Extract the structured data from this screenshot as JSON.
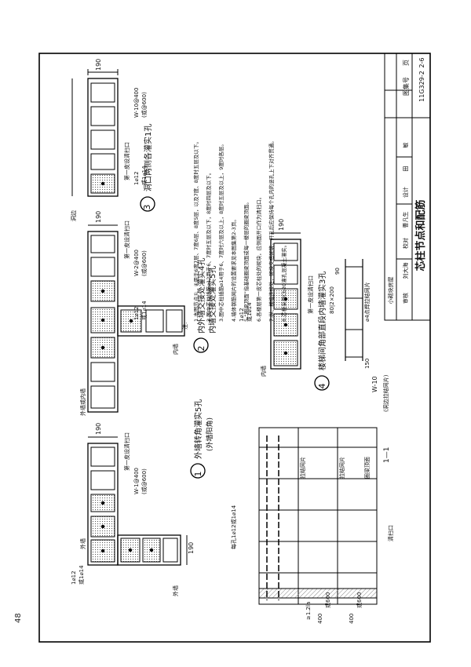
{
  "page_number": "48",
  "title_block": {
    "title": "芯柱节点和配筋",
    "atlas_label": "图集号",
    "atlas_no": "11G329-2",
    "page_label": "页",
    "page_no": "2-6",
    "team_name": "审核",
    "names": [
      "审核",
      "刘大海",
      "校对",
      "曹凡生",
      "设计",
      "田",
      "敏"
    ],
    "group": "小砌块房屋"
  },
  "details": [
    {
      "num": "1",
      "title": "外墙转角灌实5孔",
      "subtitle": "(外墙阳角)"
    },
    {
      "num": "2",
      "title": "内外墙交接处灌实4孔",
      "subtitle": "内墙交接处灌实5孔"
    },
    {
      "num": "3",
      "title": "洞口两侧各灌实1孔",
      "subtitle": ""
    },
    {
      "num": "4",
      "title": "楼梯间角部直段内墙灌实3孔",
      "subtitle": ""
    }
  ],
  "labels": {
    "outer_wall": "外墙",
    "inner_wall": "内墙",
    "outer_or_inner": "外墙或内墙",
    "opening_edge": "洞边",
    "bar_a": "1⌀12",
    "bar_b": "或1⌀14",
    "w1": "W-1@400",
    "w2": "W-2@400",
    "w10": "W-10@400",
    "alt600": "(或@600)",
    "cleanout": "第一皮设清扫口",
    "dim190": "190",
    "section": "1",
    "section_label": "1—1",
    "every_hole": "每孔1⌀12或1⌀14",
    "tie_mesh": "拉结网片",
    "ring_beam": "圈梁顶面",
    "clean_port": "清扫口",
    "dim400": "400",
    "or600": "或600",
    "lap": "≥1.2la",
    "w10_title": "W-10",
    "w10_note": "(洞边拉结网片)",
    "dim4_190": "190",
    "dim4_90": "90",
    "dim_mesh": "80|2×200",
    "dim_150": "150",
    "spot_weld": "⌀4点焊拉结网片"
  },
  "notes_title": "注:",
  "notes": [
    "1.本图节点①、④用于6度7层、7度6层、8度5层，以及7度、8度时五层及以下。",
    "2.图中芯柱插筋⌀12用于6、7度时五层及以下，8度时四层及以下。",
    "3.图中芯柱插筋⌀14用于6、7度时六层及以上，8度时五层及以上，9度时各层。",
    "4.墙体钢筋网片的设置要求见本图集第2-3页。",
    "5.“圈梁顶面”指基础圈梁顶面或每一楼层的圈梁顶面。",
    "6.各楼层第一皮芯柱处的砌块，应侧面开口作为清扫口。",
    "7.纵、横墙连接处，砌块交搭砌筑，开孔后应保持每个孔内的竖孔上下对齐贯通。",
    "8.芯柱采用Cb20灌孔混凝土灌实。"
  ]
}
